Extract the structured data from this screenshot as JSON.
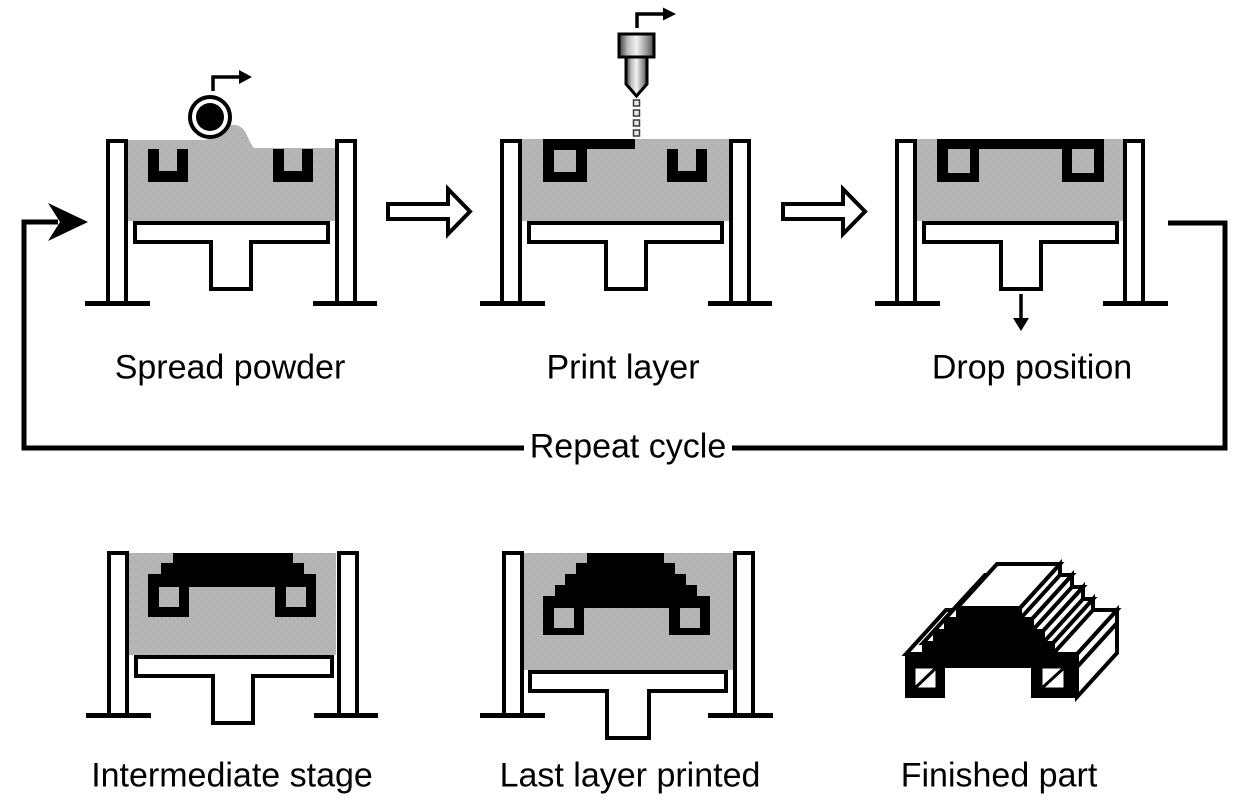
{
  "diagram": {
    "stages": [
      {
        "id": "spread-powder",
        "label": "Spread powder"
      },
      {
        "id": "print-layer",
        "label": "Print layer"
      },
      {
        "id": "drop-position",
        "label": "Drop position"
      },
      {
        "id": "intermediate-stage",
        "label": "Intermediate stage"
      },
      {
        "id": "last-layer-printed",
        "label": "Last layer printed"
      },
      {
        "id": "finished-part",
        "label": "Finished part"
      }
    ],
    "cycle_label": "Repeat cycle",
    "icons": {
      "roller": "spreader-roller-icon",
      "print_head": "inkjet-print-head-icon",
      "droplets": "binder-droplet-stream-icon",
      "motion_arrow": "right-arrow-icon",
      "drop_arrow": "down-arrow-icon",
      "flow_arrow": "block-right-arrow-icon",
      "loop_arrow": "repeat-loop-arrow-icon"
    },
    "colors": {
      "powder": "#b5b5b5",
      "part": "#000000",
      "outline": "#000000",
      "background": "#ffffff"
    }
  }
}
